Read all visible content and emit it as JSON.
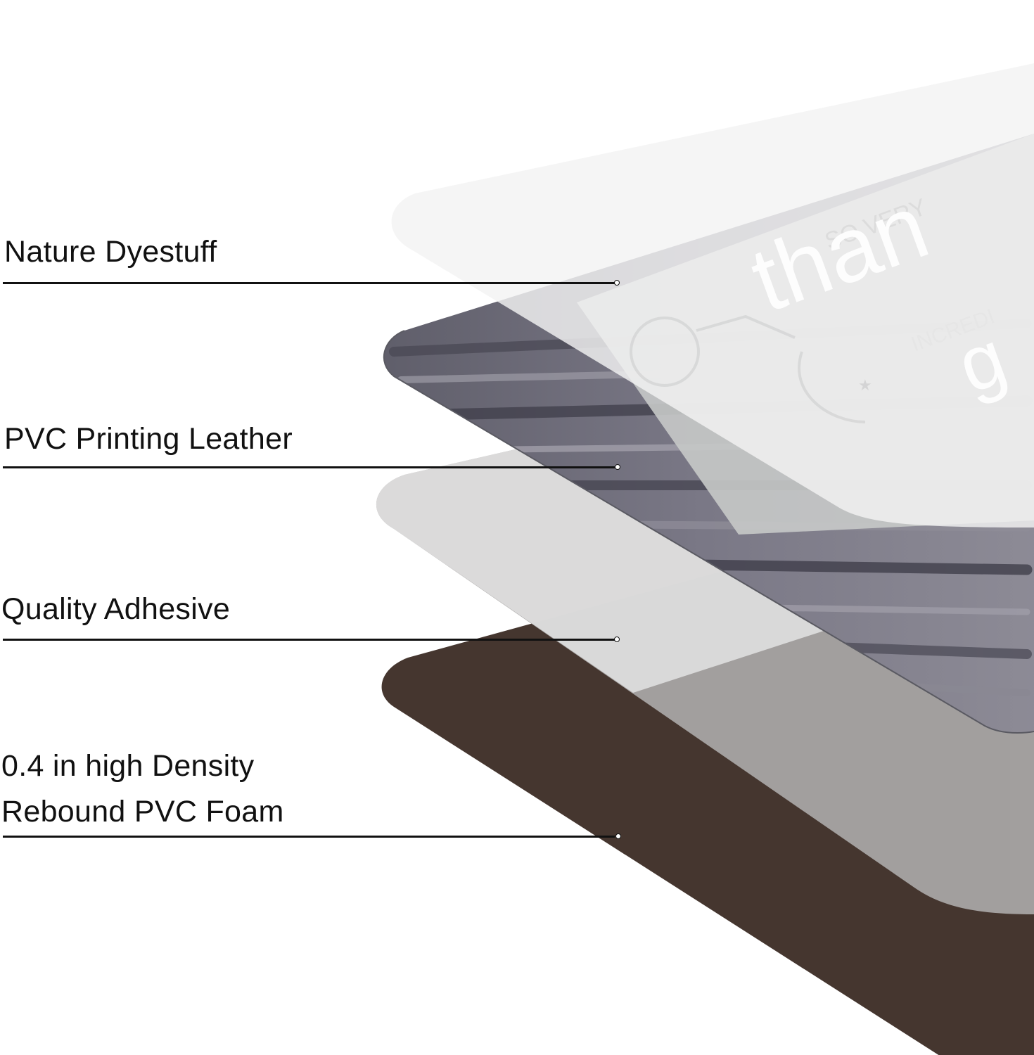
{
  "layers": [
    {
      "label": "Nature Dyestuff",
      "lines": [
        "Nature Dyestuff"
      ]
    },
    {
      "label": "PVC Printing Leather",
      "lines": [
        "PVC Printing Leather"
      ]
    },
    {
      "label": "Quality Adhesive",
      "lines": [
        "Quality Adhesive"
      ]
    },
    {
      "label": "0.4 in high Density Rebound PVC Foam",
      "lines": [
        "0.4 in high Density",
        "Rebound PVC Foam"
      ]
    }
  ],
  "mat_print": {
    "line1": "SO VERY",
    "line2": "than",
    "line3": "INCREDI",
    "line4": "g"
  },
  "colors": {
    "foam": "#45362f",
    "adhesive": "#a8a5a4",
    "film": "#f3f3f3",
    "line": "#111111"
  }
}
